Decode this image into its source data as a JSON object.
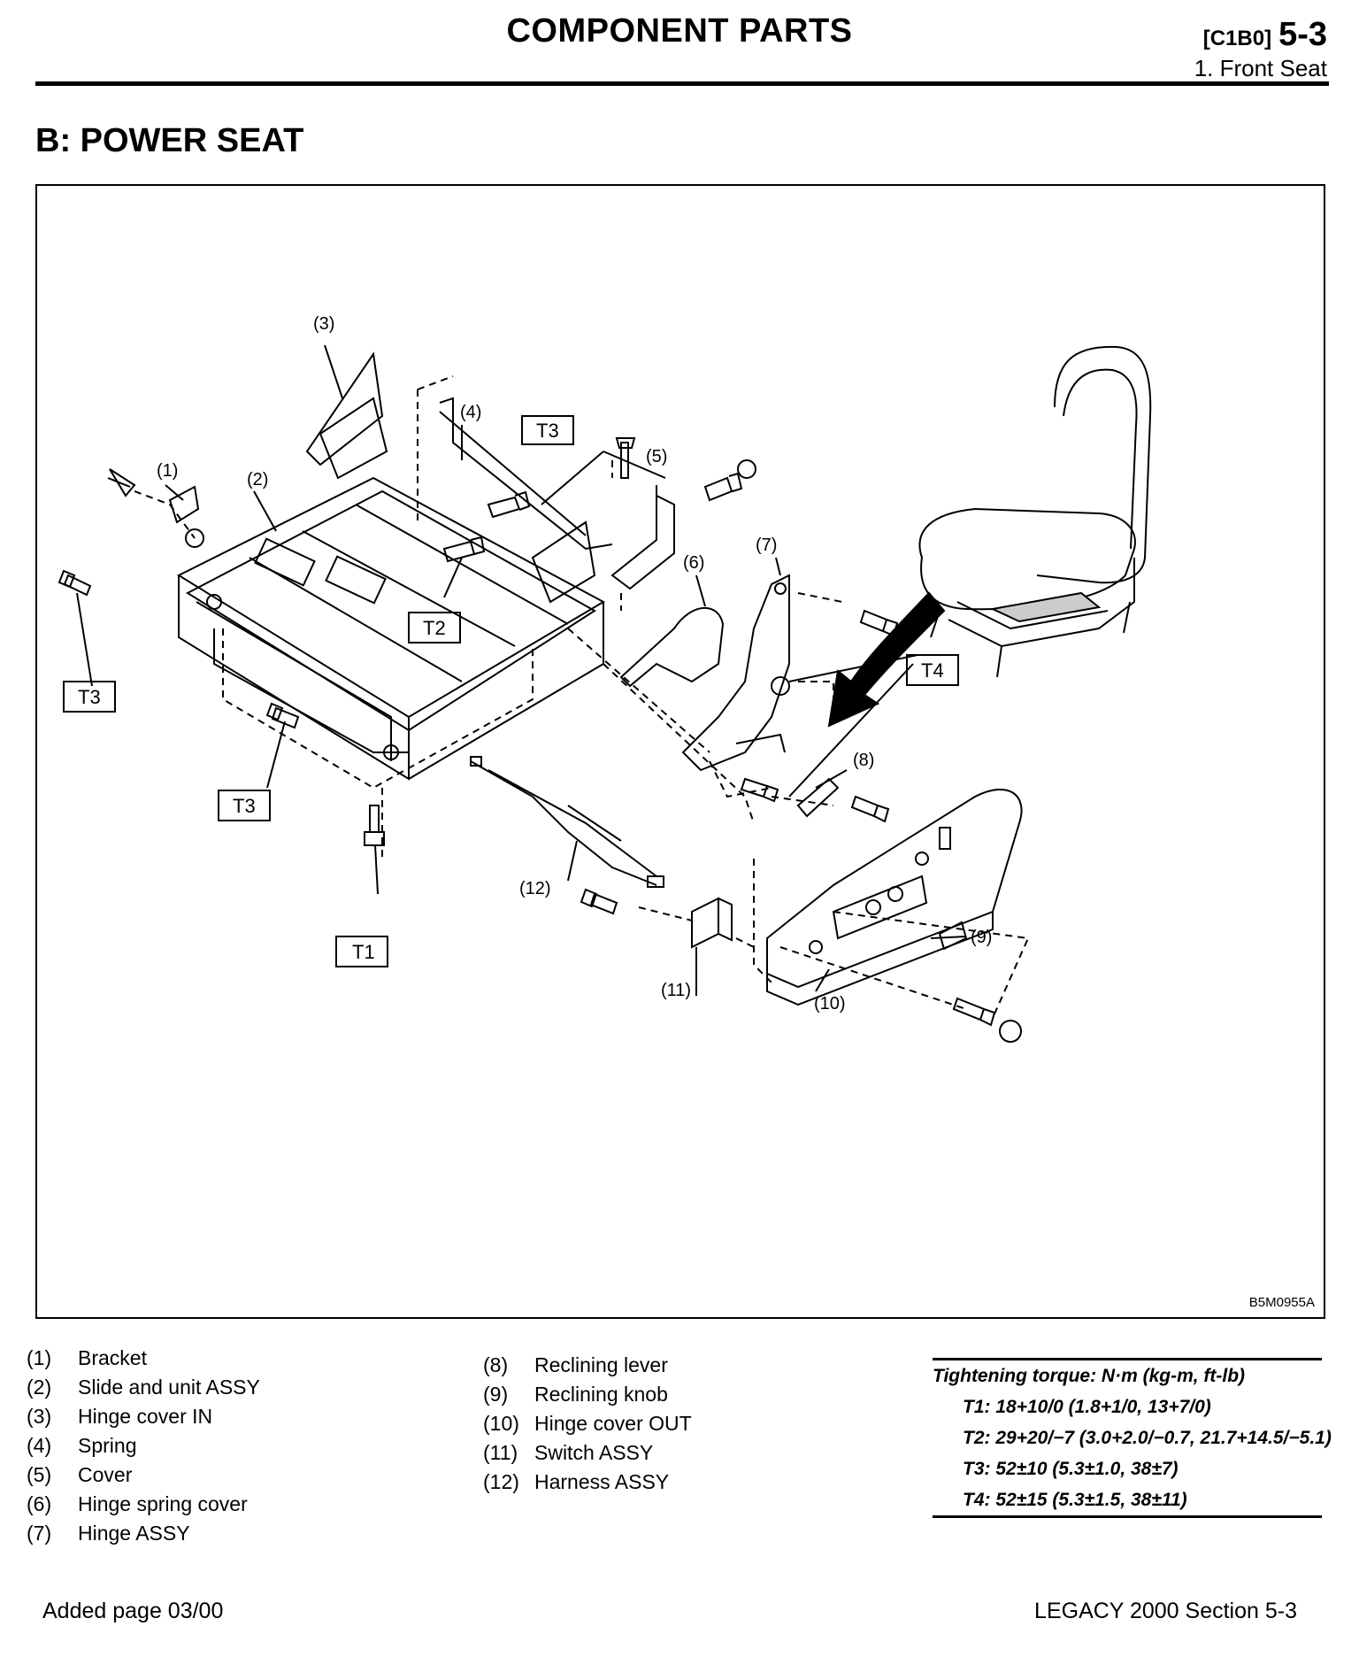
{
  "header": {
    "title": "COMPONENT PARTS",
    "code": "[C1B0]",
    "page": "5-3",
    "subtitle": "1. Front Seat"
  },
  "section_title": "B: POWER SEAT",
  "figure": {
    "code": "B5M0955A",
    "callouts": [
      "(1)",
      "(2)",
      "(3)",
      "(4)",
      "(5)",
      "(6)",
      "(7)",
      "(8)",
      "(9)",
      "(10)",
      "(11)",
      "(12)"
    ],
    "torque_boxes": [
      "T3",
      "T2",
      "T3",
      "T3",
      "T4",
      "T1"
    ]
  },
  "legend_left": [
    {
      "num": "(1)",
      "name": "Bracket"
    },
    {
      "num": "(2)",
      "name": "Slide and unit ASSY"
    },
    {
      "num": "(3)",
      "name": "Hinge cover IN"
    },
    {
      "num": "(4)",
      "name": "Spring"
    },
    {
      "num": "(5)",
      "name": "Cover"
    },
    {
      "num": "(6)",
      "name": "Hinge spring cover"
    },
    {
      "num": "(7)",
      "name": "Hinge ASSY"
    }
  ],
  "legend_right": [
    {
      "num": "(8)",
      "name": "Reclining lever"
    },
    {
      "num": "(9)",
      "name": "Reclining knob"
    },
    {
      "num": "(10)",
      "name": "Hinge cover OUT"
    },
    {
      "num": "(11)",
      "name": "Switch ASSY"
    },
    {
      "num": "(12)",
      "name": "Harness ASSY"
    }
  ],
  "torque": {
    "title": "Tightening torque: N·m (kg-m, ft-lb)",
    "t1": "T1: 18+10/0 (1.8+1/0, 13+7/0)",
    "t2": "T2: 29+20/−7 (3.0+2.0/−0.7, 21.7+14.5/−5.1)",
    "t3": "T3: 52±10 (5.3±1.0, 38±7)",
    "t4": "T4: 52±15 (5.3±1.5, 38±11)"
  },
  "footer": {
    "left": "Added page 03/00",
    "right": "LEGACY 2000  Section 5-3"
  }
}
